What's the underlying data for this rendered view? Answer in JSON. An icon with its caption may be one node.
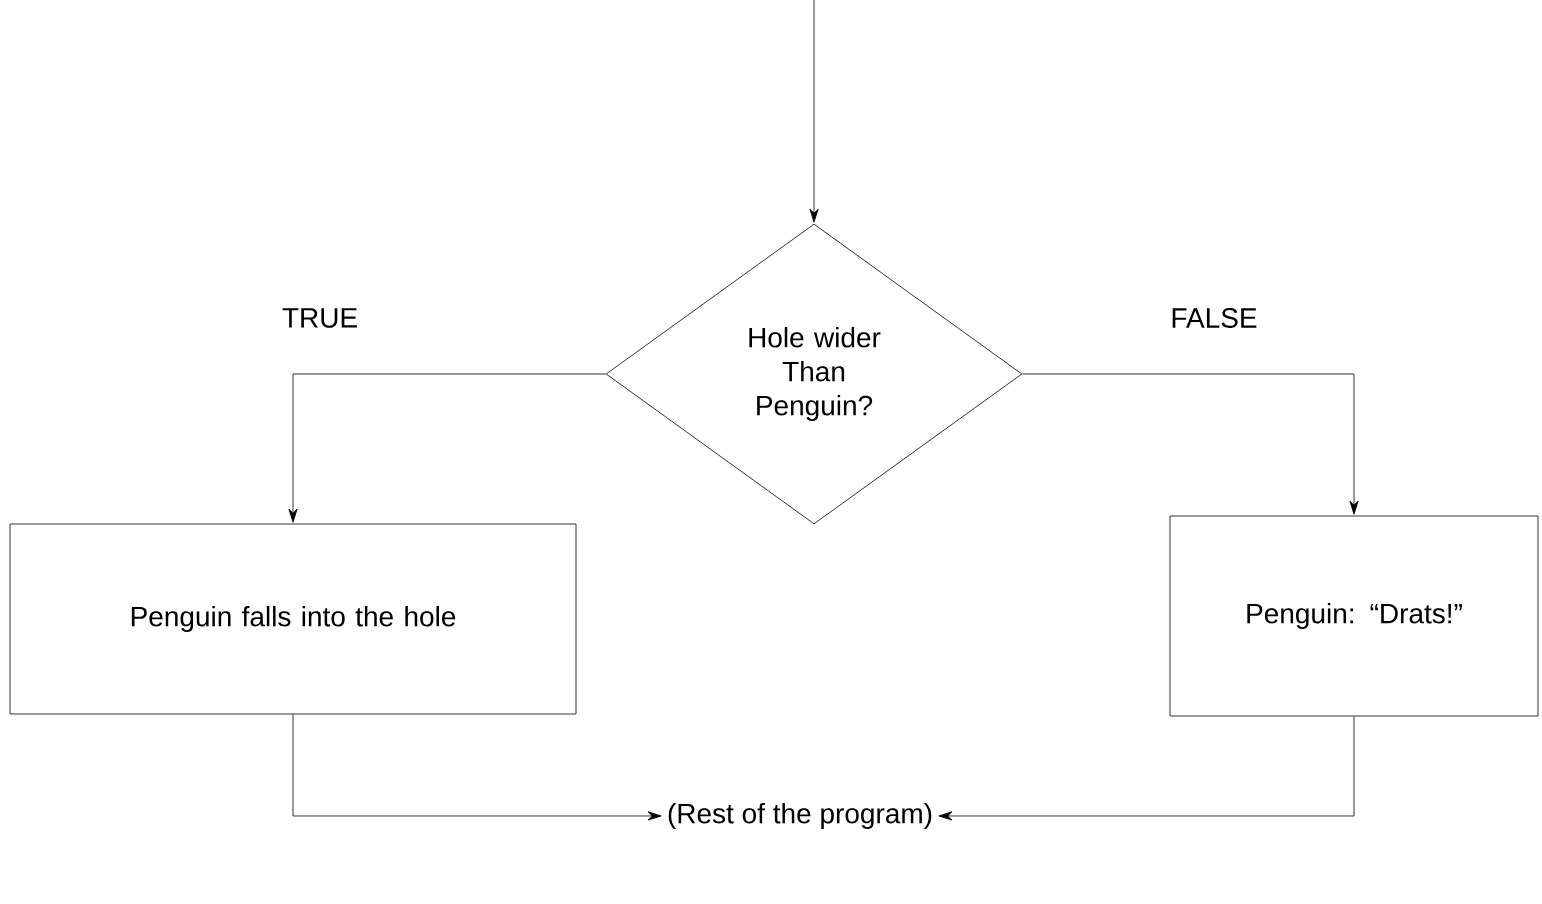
{
  "diagram": {
    "nodes": [
      {
        "text": [
          "Hole wider Than Penguin?"
        ]
      },
      {
        "text": [
          "Penguin falls into the hole"
        ]
      },
      {
        "text": [
          "Penguin: “Drats!”"
        ]
      },
      {
        "text": [
          "(Rest of the program)"
        ]
      }
    ],
    "edges": [
      {
        "from": null,
        "to": 0,
        "arrow": "to"
      },
      {
        "from": 0,
        "to": 1,
        "arrow": "to",
        "label": "TRUE"
      },
      {
        "from": 0,
        "to": 2,
        "arrow": "to",
        "label": "FALSE"
      },
      {
        "from": 1,
        "to": 3,
        "arrow": "to"
      },
      {
        "from": 2,
        "to": 3,
        "arrow": "to"
      }
    ]
  }
}
